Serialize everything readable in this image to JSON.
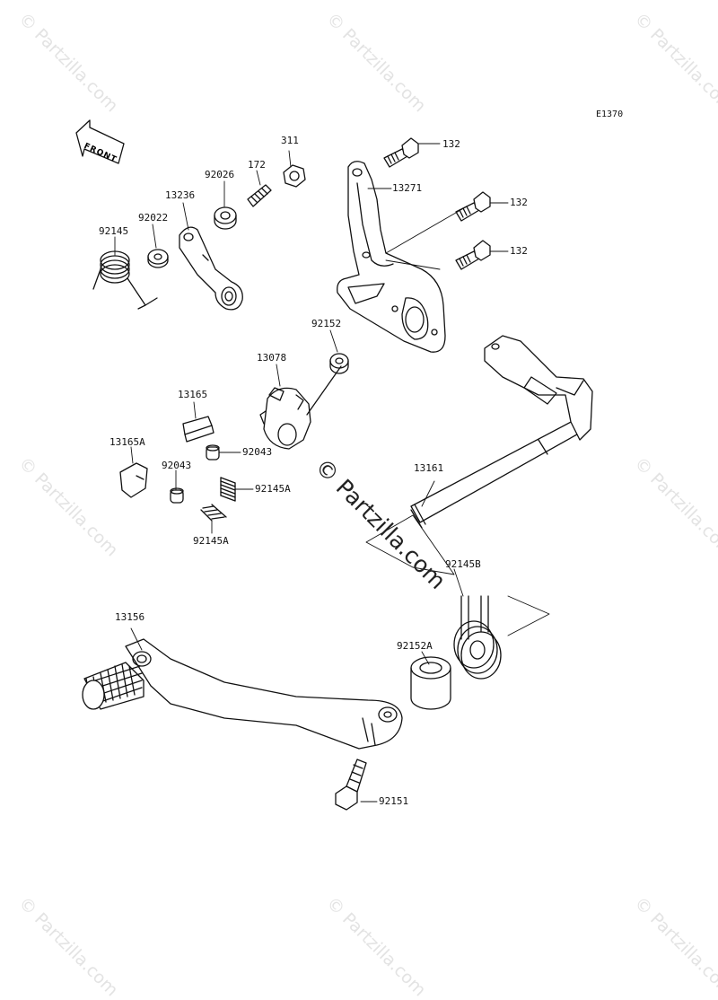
{
  "diagram_code": "E1370",
  "front_label": "FRONT",
  "watermark": "© Partzilla.com",
  "parts": {
    "p311": "311",
    "p172": "172",
    "p92026": "92026",
    "p13236": "13236",
    "p92022": "92022",
    "p92145": "92145",
    "p132a": "132",
    "p132b": "132",
    "p132c": "132",
    "p13271": "13271",
    "p92152": "92152",
    "p13078": "13078",
    "p13165": "13165",
    "p92043a": "92043",
    "p13165A": "13165A",
    "p92043b": "92043",
    "p92145Aa": "92145A",
    "p92145Ab": "92145A",
    "p13161": "13161",
    "p92145B": "92145B",
    "p13156": "13156",
    "p92152A": "92152A",
    "p92151": "92151"
  }
}
